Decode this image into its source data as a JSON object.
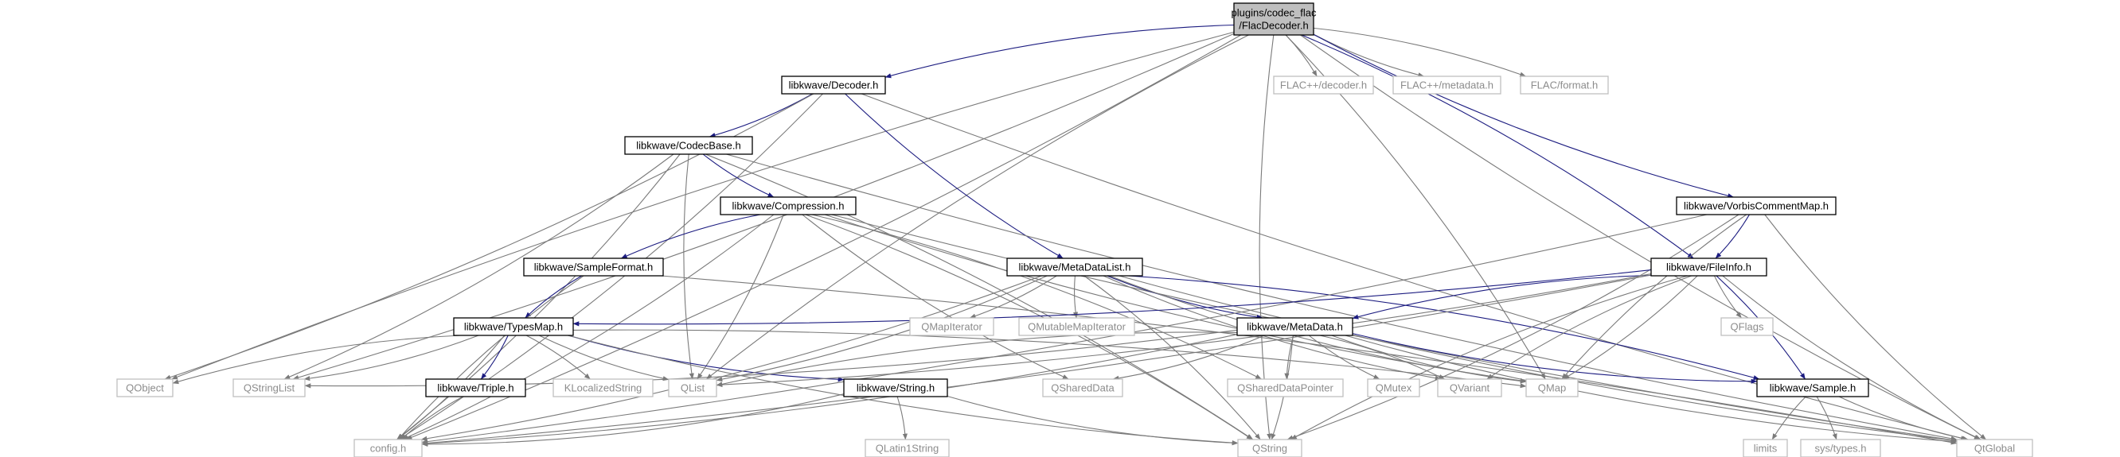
{
  "colors": {
    "edge": "#1c1c80",
    "edge_external": "#7a7a7a",
    "root_fill": "#bfbfbf",
    "local_border": "#000000",
    "external_border": "#bfbfbf",
    "external_text": "#8c8c8c"
  },
  "nodes": [
    {
      "id": "flac_decoder",
      "lines": [
        "plugins/codec_flac",
        "/FlacDecoder.h"
      ],
      "kind": "root"
    },
    {
      "id": "decoder",
      "lines": [
        "libkwave/Decoder.h"
      ],
      "kind": "local"
    },
    {
      "id": "flacpp_decoder",
      "lines": [
        "FLAC++/decoder.h"
      ],
      "kind": "external"
    },
    {
      "id": "flacpp_metadata",
      "lines": [
        "FLAC++/metadata.h"
      ],
      "kind": "external"
    },
    {
      "id": "flac_format",
      "lines": [
        "FLAC/format.h"
      ],
      "kind": "external"
    },
    {
      "id": "codecbase",
      "lines": [
        "libkwave/CodecBase.h"
      ],
      "kind": "local"
    },
    {
      "id": "compression",
      "lines": [
        "libkwave/Compression.h"
      ],
      "kind": "local"
    },
    {
      "id": "vorbiscommentmap",
      "lines": [
        "libkwave/VorbisCommentMap.h"
      ],
      "kind": "local"
    },
    {
      "id": "sampleformat",
      "lines": [
        "libkwave/SampleFormat.h"
      ],
      "kind": "local"
    },
    {
      "id": "metadatalist",
      "lines": [
        "libkwave/MetaDataList.h"
      ],
      "kind": "local"
    },
    {
      "id": "fileinfo",
      "lines": [
        "libkwave/FileInfo.h"
      ],
      "kind": "local"
    },
    {
      "id": "typesmap",
      "lines": [
        "libkwave/TypesMap.h"
      ],
      "kind": "local"
    },
    {
      "id": "qmapiterator",
      "lines": [
        "QMapIterator"
      ],
      "kind": "external"
    },
    {
      "id": "qmutablemapiterator",
      "lines": [
        "QMutableMapIterator"
      ],
      "kind": "external"
    },
    {
      "id": "metadata",
      "lines": [
        "libkwave/MetaData.h"
      ],
      "kind": "local"
    },
    {
      "id": "qflags",
      "lines": [
        "QFlags"
      ],
      "kind": "external"
    },
    {
      "id": "qobject",
      "lines": [
        "QObject"
      ],
      "kind": "external"
    },
    {
      "id": "qstringlist",
      "lines": [
        "QStringList"
      ],
      "kind": "external"
    },
    {
      "id": "triple",
      "lines": [
        "libkwave/Triple.h"
      ],
      "kind": "local"
    },
    {
      "id": "klocalizedstring",
      "lines": [
        "KLocalizedString"
      ],
      "kind": "external"
    },
    {
      "id": "qlist",
      "lines": [
        "QList"
      ],
      "kind": "external"
    },
    {
      "id": "string",
      "lines": [
        "libkwave/String.h"
      ],
      "kind": "local"
    },
    {
      "id": "qshareddata",
      "lines": [
        "QSharedData"
      ],
      "kind": "external"
    },
    {
      "id": "qshareddatapointer",
      "lines": [
        "QSharedDataPointer"
      ],
      "kind": "external"
    },
    {
      "id": "qmutex",
      "lines": [
        "QMutex"
      ],
      "kind": "external"
    },
    {
      "id": "qvariant",
      "lines": [
        "QVariant"
      ],
      "kind": "external"
    },
    {
      "id": "qmap",
      "lines": [
        "QMap"
      ],
      "kind": "external"
    },
    {
      "id": "sample",
      "lines": [
        "libkwave/Sample.h"
      ],
      "kind": "local"
    },
    {
      "id": "limits",
      "lines": [
        "limits"
      ],
      "kind": "external"
    },
    {
      "id": "systypes",
      "lines": [
        "sys/types.h"
      ],
      "kind": "external"
    },
    {
      "id": "qtglobal",
      "lines": [
        "QtGlobal"
      ],
      "kind": "external"
    },
    {
      "id": "config",
      "lines": [
        "config.h"
      ],
      "kind": "external"
    },
    {
      "id": "qlatin1string",
      "lines": [
        "QLatin1String"
      ],
      "kind": "external"
    },
    {
      "id": "qstring",
      "lines": [
        "QString"
      ],
      "kind": "external"
    }
  ],
  "edges": [
    [
      "flac_decoder",
      "decoder"
    ],
    [
      "flac_decoder",
      "flacpp_decoder"
    ],
    [
      "flac_decoder",
      "flacpp_metadata"
    ],
    [
      "flac_decoder",
      "flac_format"
    ],
    [
      "flac_decoder",
      "vorbiscommentmap"
    ],
    [
      "flac_decoder",
      "fileinfo"
    ],
    [
      "flac_decoder",
      "qobject"
    ],
    [
      "flac_decoder",
      "qstringlist"
    ],
    [
      "flac_decoder",
      "qlist"
    ],
    [
      "flac_decoder",
      "qmap"
    ],
    [
      "flac_decoder",
      "qtglobal"
    ],
    [
      "flac_decoder",
      "config"
    ],
    [
      "flac_decoder",
      "qstring"
    ],
    [
      "decoder",
      "codecbase"
    ],
    [
      "decoder",
      "metadatalist"
    ],
    [
      "decoder",
      "qobject"
    ],
    [
      "decoder",
      "qtglobal"
    ],
    [
      "decoder",
      "config"
    ],
    [
      "codecbase",
      "compression"
    ],
    [
      "codecbase",
      "qstringlist"
    ],
    [
      "codecbase",
      "qlist"
    ],
    [
      "codecbase",
      "qstring"
    ],
    [
      "codecbase",
      "qtglobal"
    ],
    [
      "codecbase",
      "config"
    ],
    [
      "compression",
      "sampleformat"
    ],
    [
      "compression",
      "qlist"
    ],
    [
      "compression",
      "qmap"
    ],
    [
      "compression",
      "qstring"
    ],
    [
      "compression",
      "qshareddata"
    ],
    [
      "compression",
      "qshareddatapointer"
    ],
    [
      "compression",
      "qtglobal"
    ],
    [
      "compression",
      "config"
    ],
    [
      "sampleformat",
      "typesmap"
    ],
    [
      "sampleformat",
      "qtglobal"
    ],
    [
      "sampleformat",
      "config"
    ],
    [
      "typesmap",
      "triple"
    ],
    [
      "typesmap",
      "string"
    ],
    [
      "typesmap",
      "klocalizedstring"
    ],
    [
      "typesmap",
      "qobject"
    ],
    [
      "typesmap",
      "qstringlist"
    ],
    [
      "typesmap",
      "qlist"
    ],
    [
      "typesmap",
      "qmap"
    ],
    [
      "typesmap",
      "qstring"
    ],
    [
      "typesmap",
      "config"
    ],
    [
      "triple",
      "config"
    ],
    [
      "string",
      "qlatin1string"
    ],
    [
      "string",
      "qstring"
    ],
    [
      "string",
      "config"
    ],
    [
      "metadatalist",
      "metadata"
    ],
    [
      "metadatalist",
      "qmapiterator"
    ],
    [
      "metadatalist",
      "qmutablemapiterator"
    ],
    [
      "metadatalist",
      "qlist"
    ],
    [
      "metadatalist",
      "qmap"
    ],
    [
      "metadatalist",
      "qstring"
    ],
    [
      "metadatalist",
      "qvariant"
    ],
    [
      "metadatalist",
      "sample"
    ],
    [
      "metadatalist",
      "qtglobal"
    ],
    [
      "metadatalist",
      "config"
    ],
    [
      "metadata",
      "qlist"
    ],
    [
      "metadata",
      "qstringlist"
    ],
    [
      "metadata",
      "qmap"
    ],
    [
      "metadata",
      "qvariant"
    ],
    [
      "metadata",
      "qmutex"
    ],
    [
      "metadata",
      "qshareddata"
    ],
    [
      "metadata",
      "qshareddatapointer"
    ],
    [
      "metadata",
      "qstring"
    ],
    [
      "metadata",
      "qtglobal"
    ],
    [
      "metadata",
      "config"
    ],
    [
      "metadata",
      "sample"
    ],
    [
      "vorbiscommentmap",
      "fileinfo"
    ],
    [
      "vorbiscommentmap",
      "qmap"
    ],
    [
      "vorbiscommentmap",
      "qstring"
    ],
    [
      "vorbiscommentmap",
      "qtglobal"
    ],
    [
      "vorbiscommentmap",
      "config"
    ],
    [
      "fileinfo",
      "metadata"
    ],
    [
      "fileinfo",
      "typesmap"
    ],
    [
      "fileinfo",
      "qflags"
    ],
    [
      "fileinfo",
      "qmap"
    ],
    [
      "fileinfo",
      "qvariant"
    ],
    [
      "fileinfo",
      "sample"
    ],
    [
      "fileinfo",
      "qtglobal"
    ],
    [
      "fileinfo",
      "qlist"
    ],
    [
      "fileinfo",
      "qstring"
    ],
    [
      "fileinfo",
      "config"
    ],
    [
      "sample",
      "limits"
    ],
    [
      "sample",
      "systypes"
    ],
    [
      "sample",
      "qtglobal"
    ]
  ]
}
